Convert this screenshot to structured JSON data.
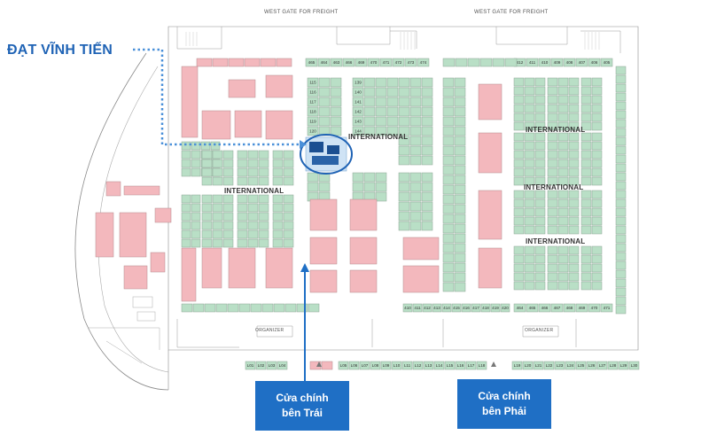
{
  "callout": {
    "label": "ĐẠT VĨNH TIẾN"
  },
  "gates": {
    "left": "WEST GATE FOR FREIGHT",
    "right": "WEST GATE FOR FREIGHT"
  },
  "zones": [
    "INTERNATIONAL",
    "INTERNATIONAL",
    "INTERNATIONAL",
    "INTERNATIONAL",
    "INTERNATIONAL"
  ],
  "organizer_labels": [
    "ORGANIZER",
    "ORGANIZER"
  ],
  "entrances": {
    "left": [
      "Cửa chính",
      "bên Trái"
    ],
    "right": [
      "Cửa chính",
      "bên Phải"
    ]
  },
  "booth_rows": {
    "top_center": [
      "465",
      "464",
      "463",
      "466",
      "469",
      "470",
      "471",
      "472",
      "473",
      "474"
    ],
    "top_right": [
      "412",
      "411",
      "410",
      "409",
      "408",
      "407",
      "406",
      "405"
    ],
    "col_115": [
      "115",
      "116",
      "117",
      "118",
      "119",
      "120"
    ],
    "col_139": [
      "139",
      "140",
      "141",
      "142",
      "143",
      "144"
    ],
    "bottom_center": [
      "410",
      "411",
      "412",
      "413",
      "414",
      "415",
      "416",
      "417",
      "418",
      "419",
      "420"
    ],
    "bottom_right": [
      "464",
      "465",
      "466",
      "467",
      "468",
      "469",
      "470",
      "471"
    ],
    "lower_lane": [
      "L01",
      "L02",
      "L03",
      "L04",
      "L05",
      "L06",
      "L07",
      "L08",
      "L09",
      "L10",
      "L11",
      "L12",
      "L13",
      "L14",
      "L15",
      "L16",
      "L17",
      "L18",
      "L19",
      "L20",
      "L21",
      "L22",
      "L23",
      "L24",
      "L25",
      "L26",
      "L27",
      "L28",
      "L29",
      "L30"
    ]
  },
  "colors": {
    "accent": "#1f63b5",
    "booth_green": "#b9dfc6",
    "booth_pink": "#f3b8bd",
    "entrance_bg": "#1f6fc5"
  }
}
